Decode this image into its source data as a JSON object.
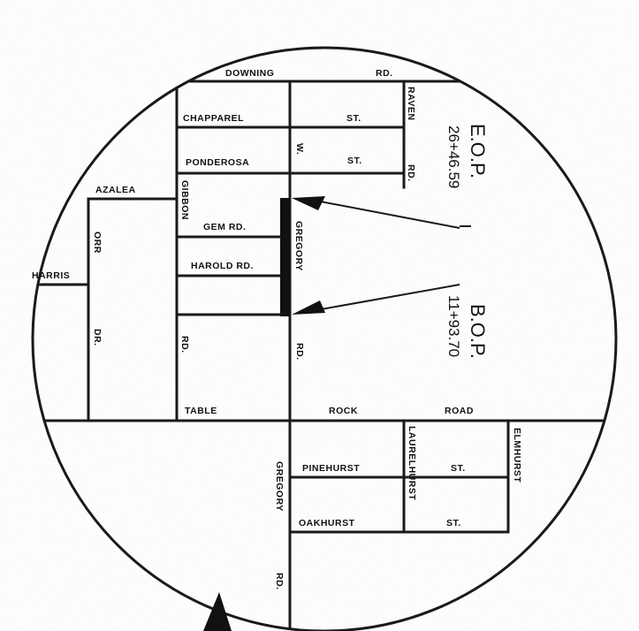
{
  "streets": {
    "downning": "DOWNING",
    "downning_rd": "RD.",
    "chapparel": "CHAPPAREL",
    "chapparel_st": "ST.",
    "ponderosa": "PONDEROSA",
    "ponderosa_st": "ST.",
    "w": "W.",
    "raven": "RAVEN",
    "raven_rd": "RD.",
    "azalea": "AZALEA",
    "gibbon": "GIBBON",
    "gem_rd": "GEM  RD.",
    "harold_rd": "HAROLD  RD.",
    "gregory_north": "GREGORY",
    "harris": "HARRIS",
    "orr": "ORR",
    "orr_dr": "DR.",
    "table_rd": "RD.",
    "gregory_rd": "RD.",
    "table": "TABLE",
    "rock": "ROCK",
    "road": "ROAD",
    "pinehurst": "PINEHURST",
    "pinehurst_st": "ST.",
    "laurelhurst": "LAURELHURST",
    "elmhurst": "ELMHURST",
    "oakhurst": "OAKHURST",
    "oakhurst_st": "ST.",
    "gregory_south": "GREGORY",
    "gregory_south_rd": "RD."
  },
  "annotations": {
    "eop_label": "E.O.P.",
    "eop_station": "26+46.59",
    "bop_label": "B.O.P.",
    "bop_station": "11+93.70"
  },
  "colors": {
    "ink": "#1a1a1a",
    "paper": "#ffffff"
  }
}
